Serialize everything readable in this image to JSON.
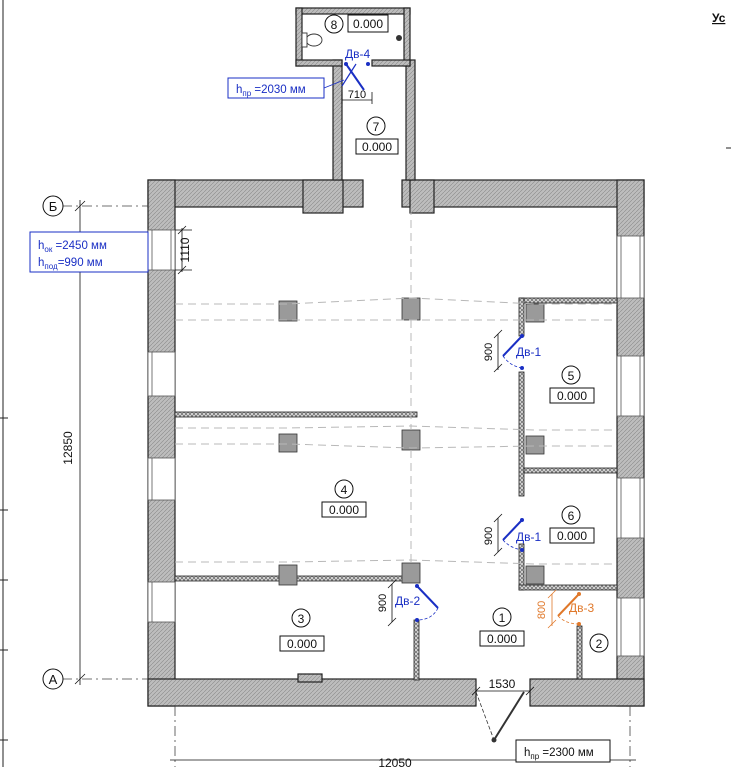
{
  "header": {
    "legend_partial": "Ус"
  },
  "rooms": [
    {
      "id": "1",
      "level": "0.000"
    },
    {
      "id": "2",
      "level": ""
    },
    {
      "id": "3",
      "level": "0.000"
    },
    {
      "id": "4",
      "level": "0.000"
    },
    {
      "id": "5",
      "level": "0.000"
    },
    {
      "id": "6",
      "level": "0.000"
    },
    {
      "id": "7",
      "level": "0.000"
    },
    {
      "id": "8",
      "level": "0.000"
    }
  ],
  "axes": {
    "top": "Б",
    "bottom": "А"
  },
  "dimensions": {
    "overall_height": "12850",
    "overall_width": "12050",
    "window_width": "1110",
    "entrance_width": "1530",
    "door4_width": "710"
  },
  "notes": {
    "window_h_ok": "h",
    "window_h_ok_sub": "ок",
    "window_h_ok_val": " =2450 мм",
    "window_h_pod": "h",
    "window_h_pod_sub": "под",
    "window_h_pod_val": "=990 мм",
    "door4_h": "h",
    "door4_h_sub": "пр",
    "door4_h_val": " =2030 мм",
    "entrance_h": "h",
    "entrance_h_sub": "пр",
    "entrance_h_val": " =2300 мм"
  },
  "doors": {
    "dv1_a": {
      "label": "Дв-1",
      "width": "900"
    },
    "dv1_b": {
      "label": "Дв-1",
      "width": "900"
    },
    "dv2": {
      "label": "Дв-2",
      "width": "900"
    },
    "dv3": {
      "label": "Дв-3",
      "width": "800"
    },
    "dv4": {
      "label": "Дв-4"
    }
  },
  "colors": {
    "door_blue": "#1a2fc4",
    "door_orange": "#e0782a"
  }
}
